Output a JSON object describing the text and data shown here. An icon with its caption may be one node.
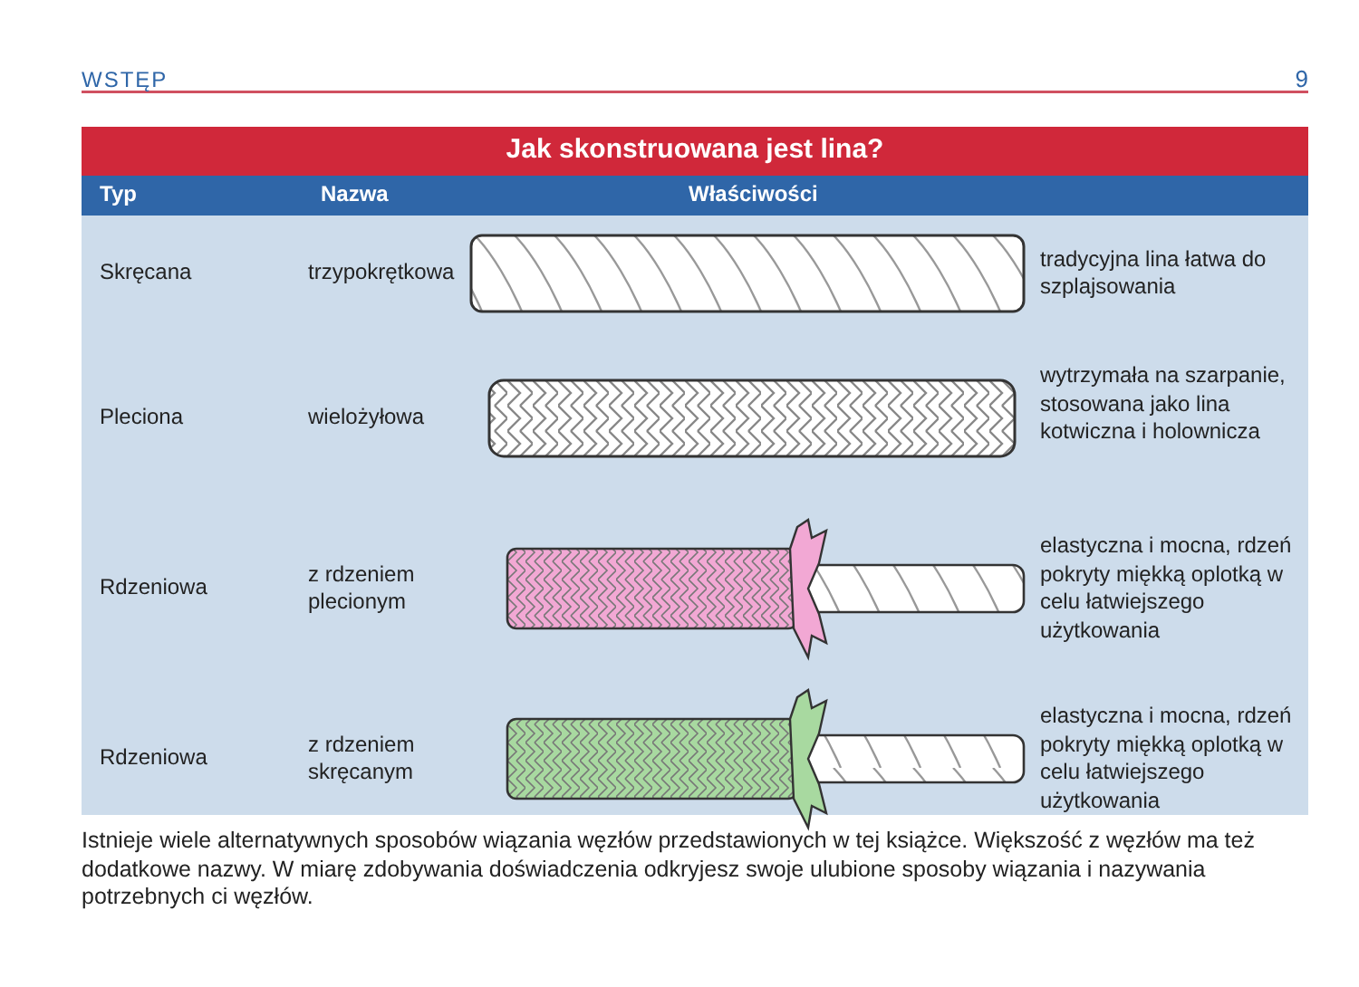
{
  "diagram": {
    "title": "Jak skonstruowana jest lina?",
    "caption": "Istnieje wiele alternatywnych sposobów wiązania węzłów przedstawionych w tej książce. Większość z węzłów ma też dodatkowe nazwy. W miarę zdobywania doświadczenia odkryjesz swoje ulubione sposoby wiązania i nazywania potrzebnych ci węzłów.",
    "labels": [
      "WSTĘP",
      "9",
      "Typ",
      "Nazwa",
      "Właściwości",
      "Skręcana",
      "trzypokrętkowa",
      "tradycyjna lina łatwa do szplajsowania",
      "Pleciona",
      "wielożyłowa",
      "wytrzymała na szarpanie, stosowana jako lina kotwiczna i holownicza",
      "Rdzeniowa",
      "z rdzeniem plecionym",
      "elastyczna i mocna, rdzeń pokryty miękką oplotką w celu łatwiejszego użytkowania",
      "Rdzeniowa",
      "z rdzeniem skręcanym",
      "elastyczna i mocna, rdzeń pokryty miękką oplotką w celu łatwiejszego użytkowania"
    ]
  }
}
